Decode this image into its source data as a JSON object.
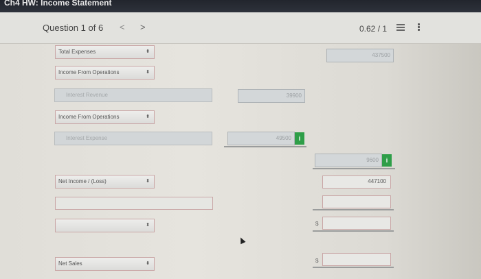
{
  "window": {
    "title": "Ch4 HW: Income Statement"
  },
  "header": {
    "question_label": "Question 1 of 6",
    "prev_icon": "chevron-left-icon",
    "next_icon": "chevron-right-icon",
    "prev_glyph": "<",
    "next_glyph": ">",
    "score": "0.62 / 1",
    "list_icon": "list-icon",
    "more_icon": "more-vertical-icon"
  },
  "form": {
    "rows": [
      {
        "id": "total-expenses",
        "select_value": "Total Expenses",
        "amount": "437500",
        "amount_state": "disabled"
      },
      {
        "id": "income-from-operations-1",
        "select_value": "Income From Operations"
      },
      {
        "id": "interest-revenue",
        "label": "Interest Revenue",
        "amount": "39900",
        "label_state": "disabled",
        "amount_state": "disabled"
      },
      {
        "id": "income-from-operations-2",
        "select_value": "Income From Operations"
      },
      {
        "id": "interest-expense",
        "label": "Interest Expense",
        "amount": "49500",
        "label_state": "disabled",
        "amount_state": "disabled",
        "info": "i"
      },
      {
        "id": "other-total",
        "amount": "9600",
        "amount_state": "disabled",
        "info": "i"
      },
      {
        "id": "net-income-loss",
        "select_value": "Net Income / (Loss)",
        "amount": "447100"
      },
      {
        "id": "blank-text-row",
        "label": "",
        "amount": ""
      },
      {
        "id": "blank-select-row",
        "select_value": "",
        "currency": "$",
        "amount": ""
      },
      {
        "id": "net-sales",
        "select_value": "Net Sales",
        "currency": "$",
        "amount": ""
      }
    ],
    "select_arrow_glyph": "⬍",
    "info_glyph": "i"
  },
  "colors": {
    "title_bar": "#2a2d35",
    "info_button": "#2e9e48",
    "input_border": "#c9a6a6"
  }
}
